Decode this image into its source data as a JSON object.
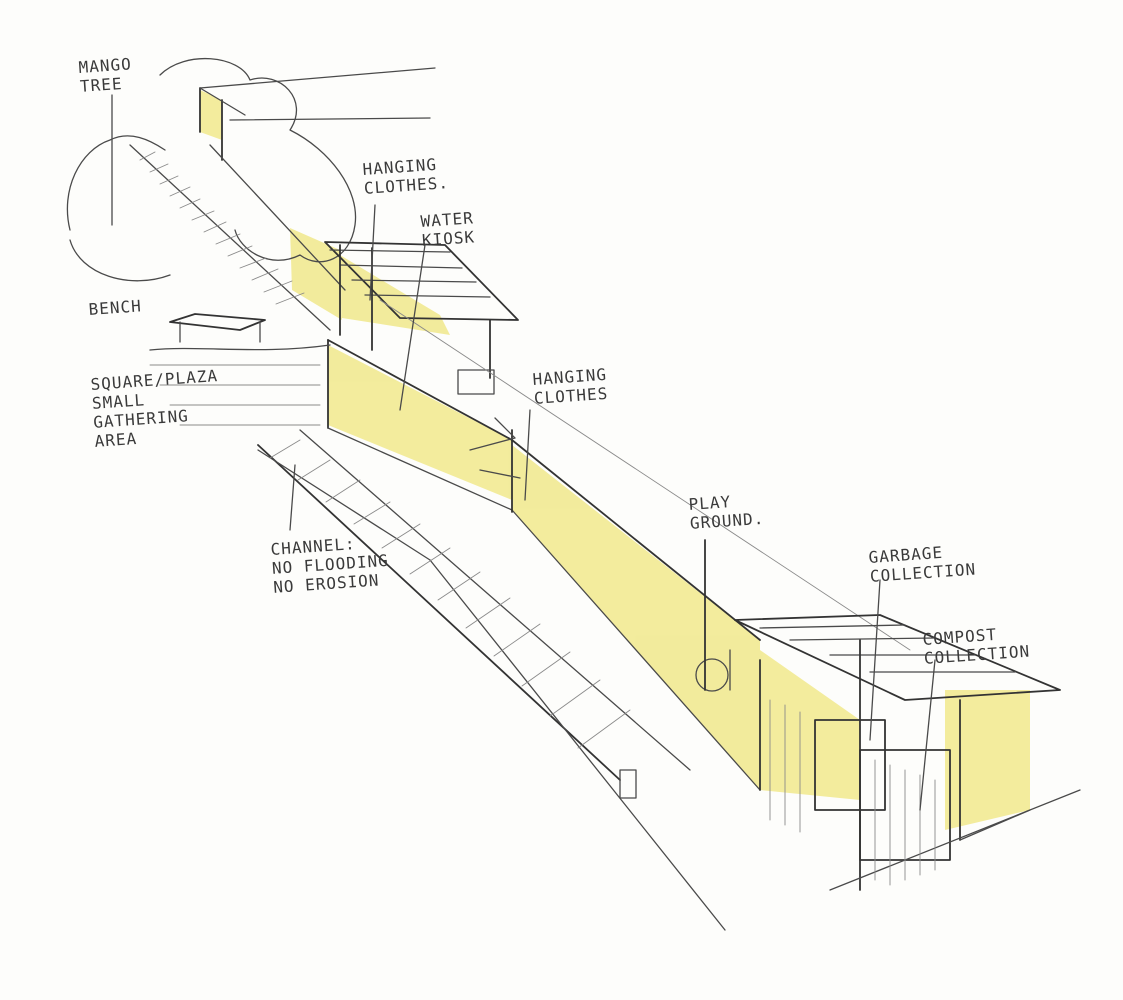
{
  "colors": {
    "paper": "#fdfdfb",
    "pencil": "#4a4a4a",
    "highlight": "#f1e98c"
  },
  "labels": {
    "mango_tree": "MANGO\nTREE",
    "hanging_clothes_1": "HANGING\nCLOTHES.",
    "water_kiosk": "WATER\nKIOSK",
    "bench": "BENCH",
    "square_plaza": "SQUARE/PLAZA\nSMALL\nGATHERING\nAREA",
    "hanging_clothes_2": "HANGING\nCLOTHES",
    "channel": "CHANNEL:\nNO FLOODING\nNO EROSION",
    "playground": "PLAY\nGROUND.",
    "garbage_collection": "GARBAGE\nCOLLECTION",
    "compost_collection": "COMPOST\nCOLLECTION"
  }
}
